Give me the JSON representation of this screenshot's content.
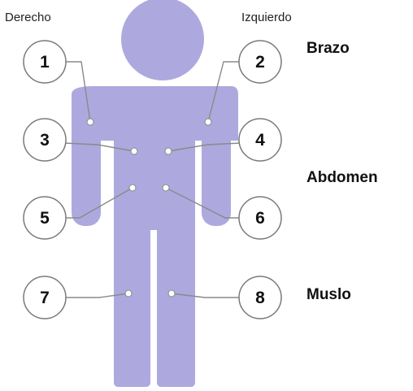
{
  "sides": {
    "right": "Derecho",
    "left": "Izquierdo"
  },
  "regions": {
    "arm": "Brazo",
    "abdomen": "Abdomen",
    "thigh": "Muslo"
  },
  "sites": [
    "1",
    "2",
    "3",
    "4",
    "5",
    "6",
    "7",
    "8"
  ],
  "colors": {
    "body": "#ADA9DF",
    "line": "#8a8a8a",
    "circle_stroke": "#7a7a7a"
  }
}
